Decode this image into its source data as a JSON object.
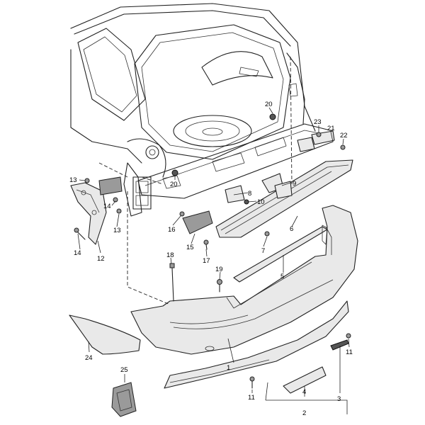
{
  "callouts": [
    {
      "id": "c1",
      "label": "1"
    },
    {
      "id": "c2",
      "label": "2"
    },
    {
      "id": "c3",
      "label": "3"
    },
    {
      "id": "c4",
      "label": "4"
    },
    {
      "id": "c5",
      "label": "5"
    },
    {
      "id": "c6",
      "label": "6"
    },
    {
      "id": "c7",
      "label": "7"
    },
    {
      "id": "c8",
      "label": "8"
    },
    {
      "id": "c9",
      "label": "9"
    },
    {
      "id": "c10",
      "label": "10"
    },
    {
      "id": "c11a",
      "label": "11"
    },
    {
      "id": "c11b",
      "label": "11"
    },
    {
      "id": "c12",
      "label": "12"
    },
    {
      "id": "c13a",
      "label": "13"
    },
    {
      "id": "c13b",
      "label": "13"
    },
    {
      "id": "c14a",
      "label": "14"
    },
    {
      "id": "c14b",
      "label": "14"
    },
    {
      "id": "c15",
      "label": "15"
    },
    {
      "id": "c16",
      "label": "16"
    },
    {
      "id": "c17",
      "label": "17"
    },
    {
      "id": "c18",
      "label": "18"
    },
    {
      "id": "c19",
      "label": "19"
    },
    {
      "id": "c20a",
      "label": "20"
    },
    {
      "id": "c20b",
      "label": "20"
    },
    {
      "id": "c21",
      "label": "21"
    },
    {
      "id": "c22",
      "label": "22"
    },
    {
      "id": "c23",
      "label": "23"
    },
    {
      "id": "c24",
      "label": "24"
    },
    {
      "id": "c25",
      "label": "25"
    }
  ]
}
